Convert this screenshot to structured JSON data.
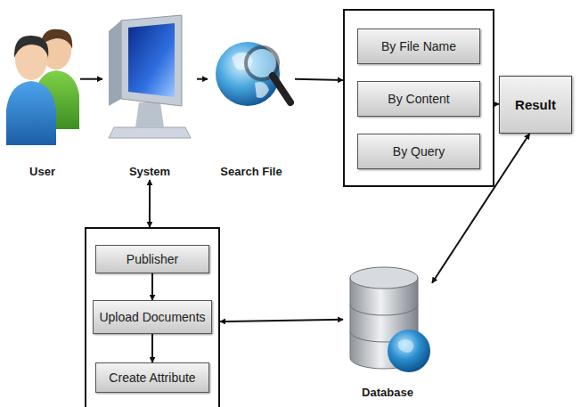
{
  "diagram": {
    "nodes": [
      {
        "text": [
          "User"
        ]
      },
      {
        "text": [
          "System"
        ]
      },
      {
        "text": [
          "Search File"
        ]
      },
      {
        "text": []
      },
      {
        "text": [
          "By File Name"
        ],
        "in": 3
      },
      {
        "text": [
          "By Content"
        ],
        "in": 3
      },
      {
        "text": [
          "By Query"
        ],
        "in": 3
      },
      {
        "text": [
          "Result"
        ]
      },
      {
        "text": []
      },
      {
        "text": [
          "Publisher"
        ],
        "in": 8
      },
      {
        "text": [
          "Upload Documents"
        ],
        "in": 8
      },
      {
        "text": [
          "Create Attribute"
        ],
        "in": 8
      },
      {
        "text": [
          "Database"
        ]
      }
    ],
    "edges": [
      {
        "from": 0,
        "to": 1,
        "arrow": "to"
      },
      {
        "from": 1,
        "to": 2,
        "arrow": "to"
      },
      {
        "from": 2,
        "to": 3,
        "arrow": "to"
      },
      {
        "from": 3,
        "to": 7,
        "arrow": "to"
      },
      {
        "from": 7,
        "to": 12,
        "arrow": "both"
      },
      {
        "from": 1,
        "to": 8,
        "arrow": "both"
      },
      {
        "from": 8,
        "to": 12,
        "arrow": "both"
      },
      {
        "from": 9,
        "to": 10,
        "arrow": "to"
      },
      {
        "from": 10,
        "to": 11,
        "arrow": "to"
      }
    ]
  }
}
